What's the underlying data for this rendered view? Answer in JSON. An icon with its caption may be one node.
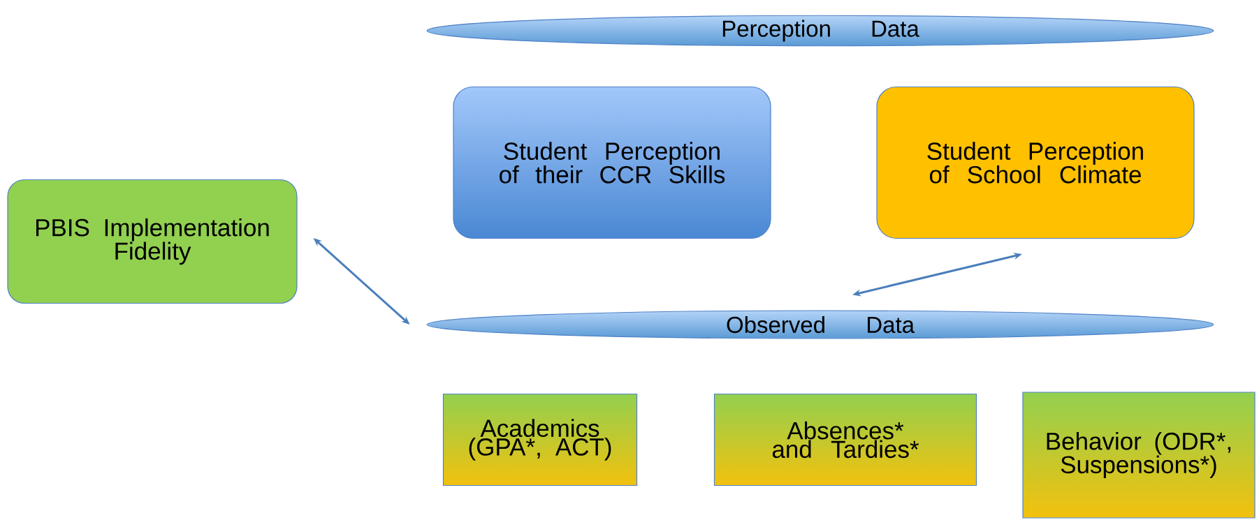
{
  "diagram": {
    "nodes": [
      {
        "text": [
          "Perception Data"
        ]
      },
      {
        "text": [
          "Student Perception of their CCR Skills"
        ]
      },
      {
        "text": [
          "Student Perception of School Climate"
        ]
      },
      {
        "text": [
          "PBIS Implementation Fidelity"
        ]
      },
      {
        "text": [
          "Observed Data"
        ]
      },
      {
        "text": [
          "Academics (GPA*, ACT)"
        ]
      },
      {
        "text": [
          "Absences* and Tardies*"
        ]
      },
      {
        "text": [
          "Behavior (ODR*, Suspensions*)"
        ]
      }
    ],
    "edges": [
      {
        "from": 3,
        "to": 4,
        "arrow": "both"
      },
      {
        "from": 2,
        "to": 4,
        "arrow": "both"
      }
    ]
  }
}
